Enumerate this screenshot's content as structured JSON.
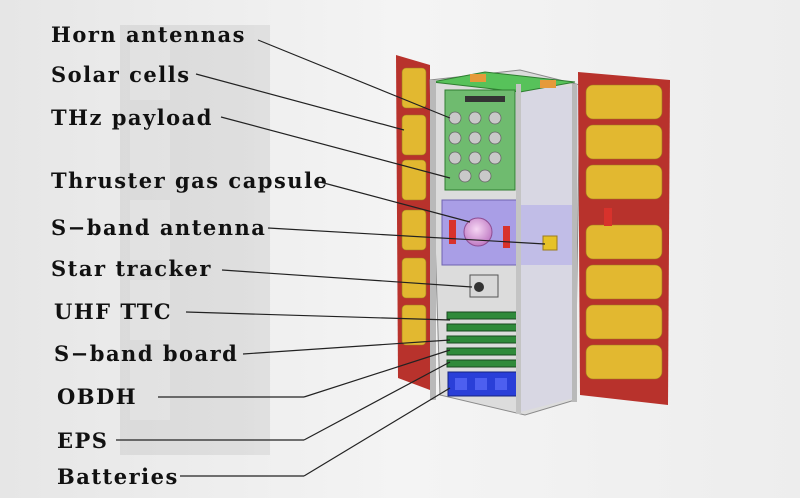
{
  "diagram": {
    "labels": [
      {
        "id": "horn-antennas",
        "text": "Horn antennas"
      },
      {
        "id": "solar-cells",
        "text": "Solar cells"
      },
      {
        "id": "thz-payload",
        "text": "THz payload"
      },
      {
        "id": "thruster-gas-capsule",
        "text": "Thruster gas capsule"
      },
      {
        "id": "s-band-antenna",
        "text": "S−band antenna"
      },
      {
        "id": "star-tracker",
        "text": "Star tracker"
      },
      {
        "id": "uhf-ttc",
        "text": "UHF TTC"
      },
      {
        "id": "s-band-board",
        "text": "S−band board"
      },
      {
        "id": "obdh",
        "text": "OBDH"
      },
      {
        "id": "eps",
        "text": "EPS"
      },
      {
        "id": "batteries",
        "text": "Batteries"
      }
    ]
  },
  "colors": {
    "background": "#ececec",
    "solar_panel_frame": "#b8322c",
    "solar_cell": "#e2b830",
    "payload_board": "#5cb85c",
    "capsule_block": "#9b8fe0",
    "battery_block": "#2a3fd8",
    "leader_line": "#222222"
  }
}
